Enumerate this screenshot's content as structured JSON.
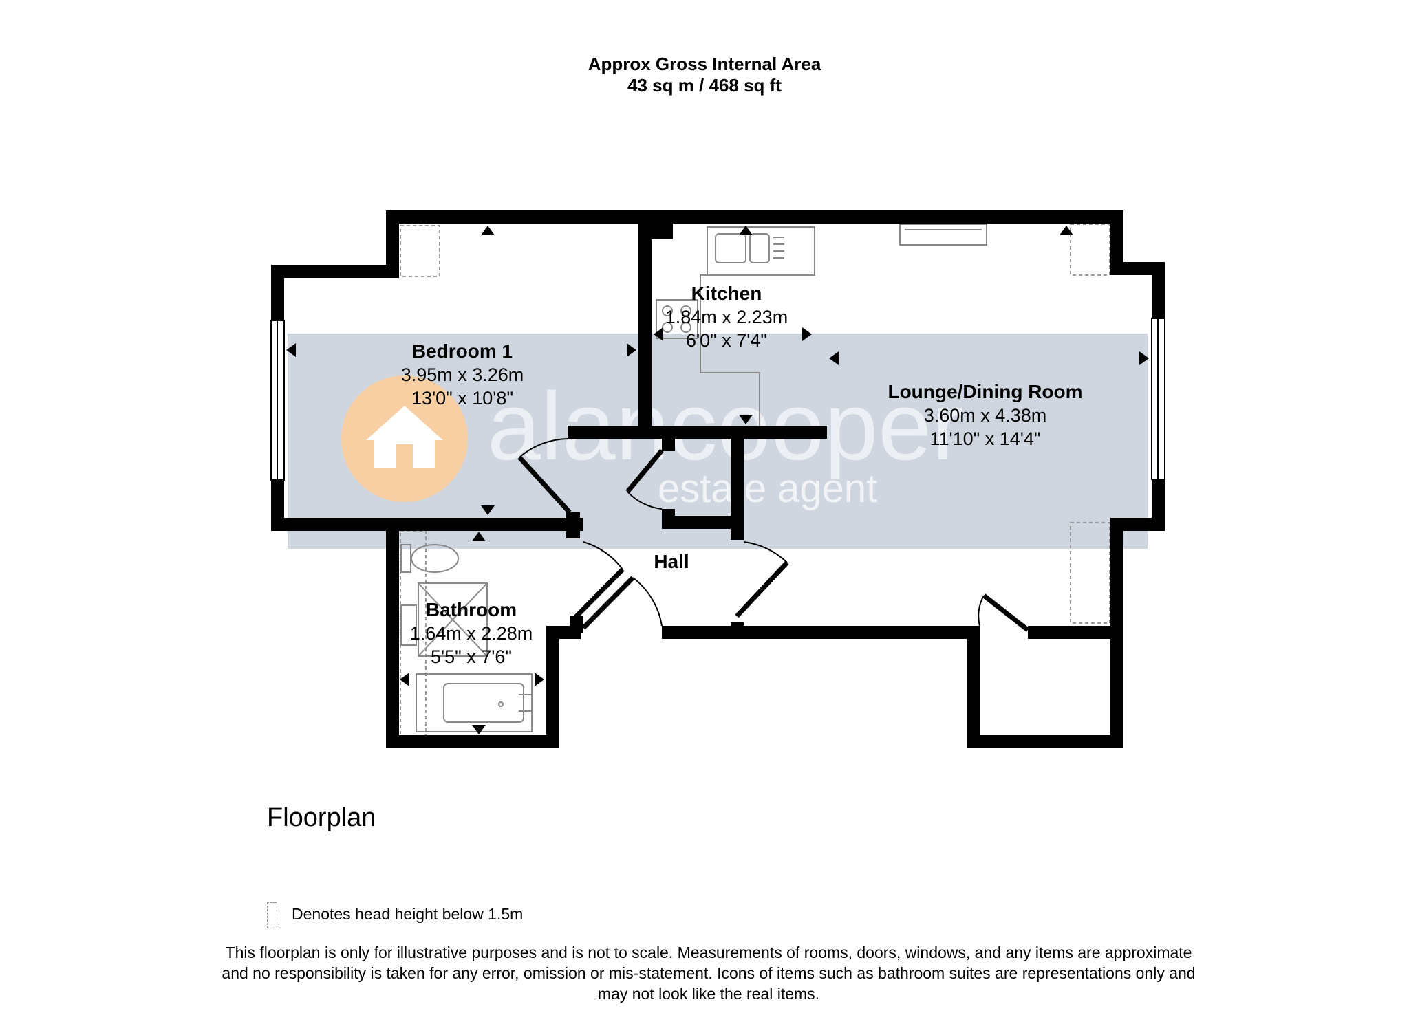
{
  "header": {
    "title": "Approx Gross Internal Area",
    "area": "43 sq m / 468 sq ft"
  },
  "watermark": {
    "brand": "alancooper",
    "tagline": "estate agent"
  },
  "rooms": {
    "bedroom1": {
      "name": "Bedroom 1",
      "metric": "3.95m x 3.26m",
      "imperial": "13'0\" x 10'8\""
    },
    "kitchen": {
      "name": "Kitchen",
      "metric": "1.84m x 2.23m",
      "imperial": "6'0\" x 7'4\""
    },
    "lounge": {
      "name": "Lounge/Dining Room",
      "metric": "3.60m x 4.38m",
      "imperial": "11'10\" x 14'4\""
    },
    "hall": {
      "name": "Hall"
    },
    "bathroom": {
      "name": "Bathroom",
      "metric": "1.64m x 2.28m",
      "imperial": "5'5\" x 7'6\""
    }
  },
  "plan_label": "Floorplan",
  "legend": {
    "text": "Denotes head height below 1.5m"
  },
  "disclaimer": {
    "line1": "This floorplan is only for illustrative purposes and is not to scale. Measurements of rooms, doors, windows, and any items are approximate",
    "line2": "and no responsibility is taken for any error, omission or mis-statement. Icons of items such as bathroom suites are representations only and",
    "line3": "may not look like the real items."
  },
  "colors": {
    "wall": "#000000",
    "watermark_band": "#cfd6e0",
    "watermark_orange": "#f7cfa3",
    "watermark_white": "#ffffff",
    "dashed_outline": "#999999"
  }
}
